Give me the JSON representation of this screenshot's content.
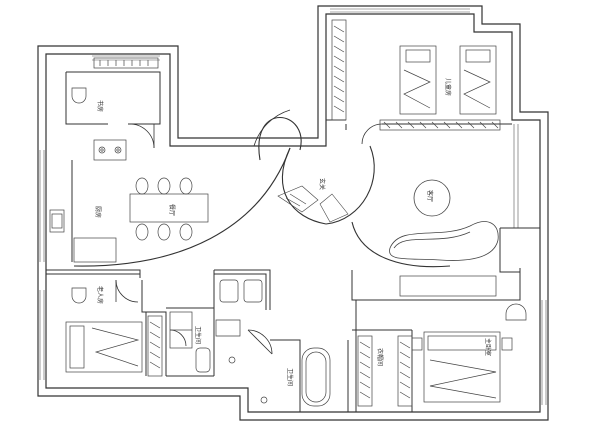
{
  "rooms": {
    "study": "书房",
    "kitchen": "厨房",
    "dining": "餐厅",
    "foyer": "玄关",
    "living": "客厅",
    "kids_room": "儿童房",
    "elder_room": "老人房",
    "bathroom_left": "卫生间",
    "bathroom_right": "卫生间",
    "walk_in_closet": "衣帽间",
    "master_bedroom": "主卧室"
  }
}
